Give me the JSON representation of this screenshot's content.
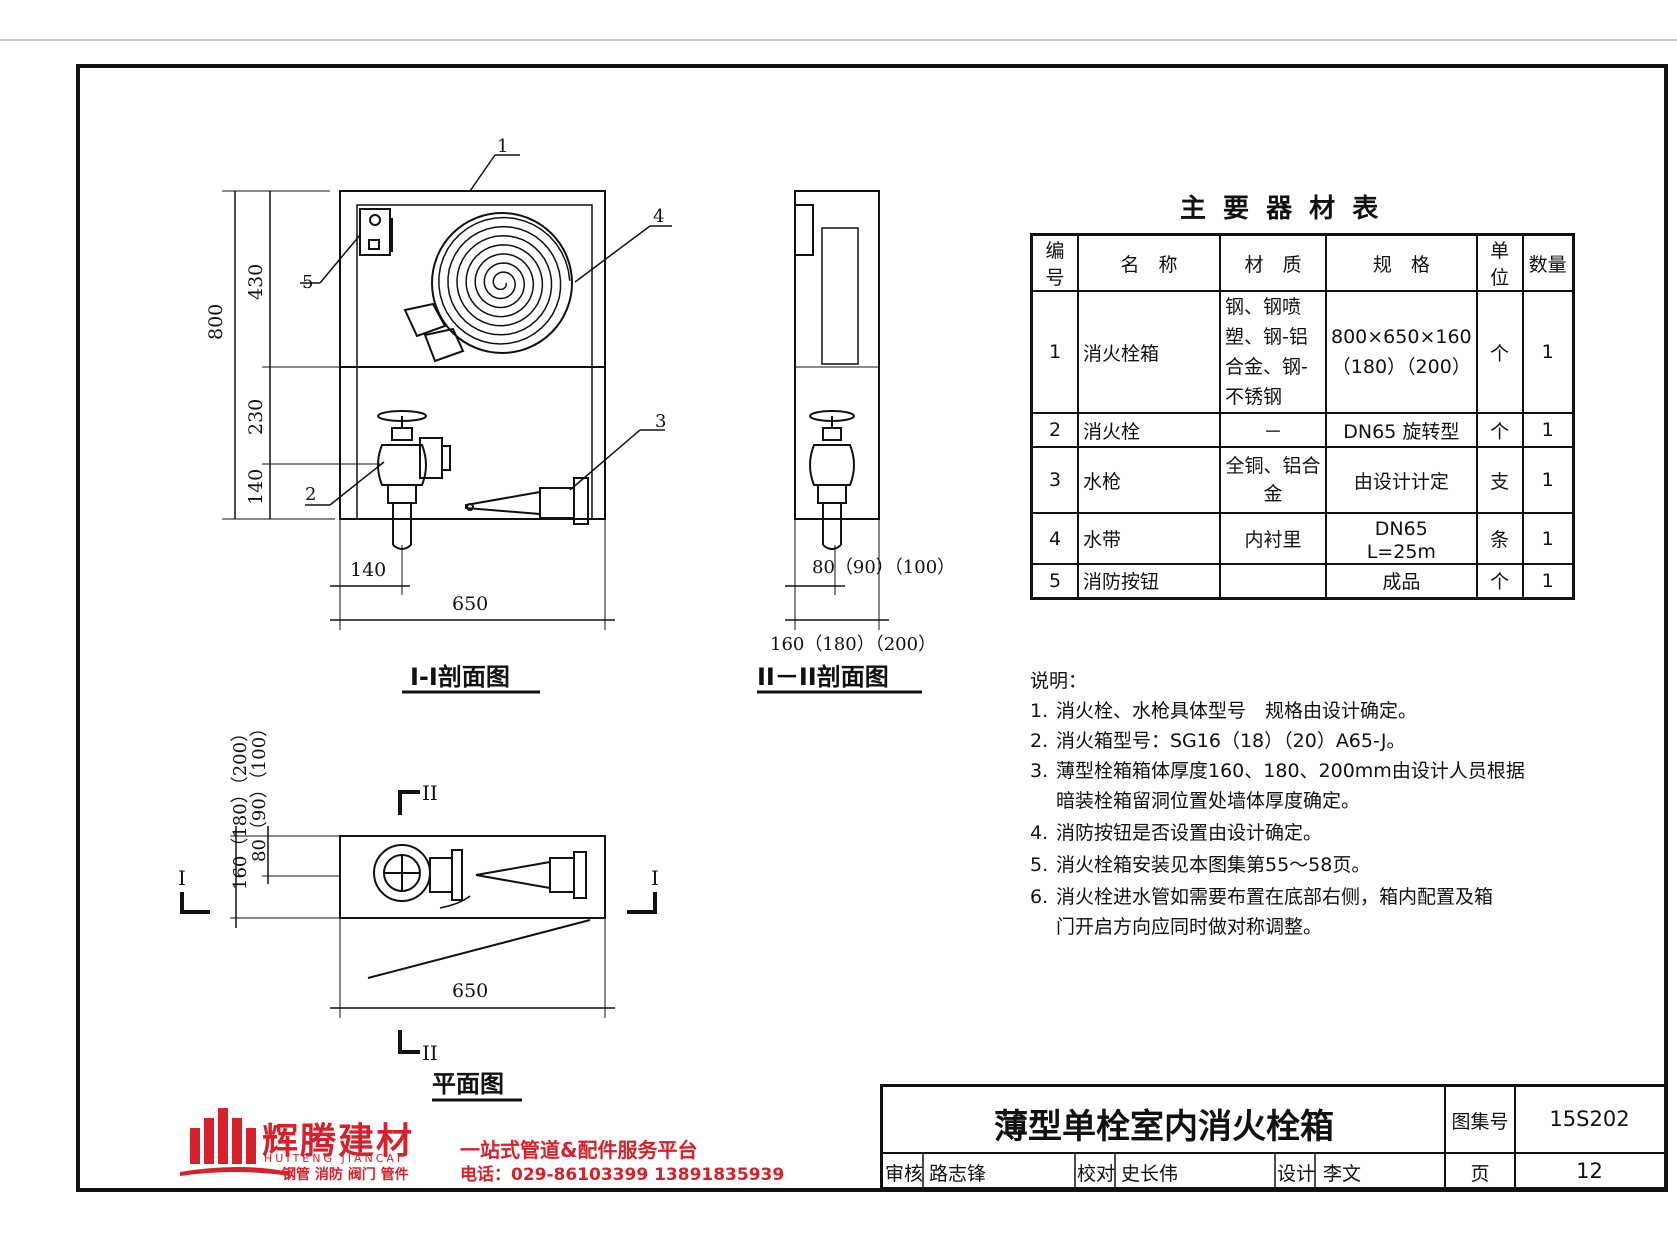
{
  "drawing": {
    "section1_title": "I-I剖面图",
    "section2_title": "II－II剖面图",
    "plan_title": "平面图",
    "callouts": [
      "1",
      "2",
      "3",
      "4",
      "5"
    ],
    "dims_section1": {
      "total_height": "800",
      "upper": "430",
      "middle": "230",
      "lower": "140",
      "offset_140": "140",
      "width": "650"
    },
    "dims_section2": {
      "offset": "80（90）（100）",
      "depth": "160（180）（200）"
    },
    "dims_plan": {
      "depth": "160（180）（200）",
      "offset": "80（90）（100）",
      "width": "650",
      "cut_I": "I",
      "cut_II": "II"
    }
  },
  "materials_table": {
    "title": "主 要 器 材 表",
    "headers": [
      "编号",
      "名　称",
      "材　质",
      "规　格",
      "单位",
      "数量"
    ],
    "rows": [
      {
        "no": "1",
        "name": "消火栓箱",
        "material": "钢、钢喷塑、钢-铝合金、钢-不锈钢",
        "spec": "800×650×160（180）（200）",
        "unit": "个",
        "qty": "1"
      },
      {
        "no": "2",
        "name": "消火栓",
        "material": "－",
        "spec": "DN65 旋转型",
        "unit": "个",
        "qty": "1"
      },
      {
        "no": "3",
        "name": "水枪",
        "material": "全铜、铝合金",
        "spec": "由设计计定",
        "unit": "支",
        "qty": "1"
      },
      {
        "no": "4",
        "name": "水带",
        "material": "内衬里",
        "spec": "DN65　L=25m",
        "unit": "条",
        "qty": "1"
      },
      {
        "no": "5",
        "name": "消防按钮",
        "material": "",
        "spec": "成品",
        "unit": "个",
        "qty": "1"
      }
    ]
  },
  "notes": {
    "heading": "说明：",
    "items": [
      {
        "num": "1.",
        "text": "消火栓、水枪具体型号　规格由设计确定。"
      },
      {
        "num": "2.",
        "text": "消火箱型号：SG16（18）（20）A65-J。"
      },
      {
        "num": "3.",
        "text": "薄型栓箱箱体厚度160、180、200mm由设计人员根据",
        "cont": "暗装栓箱留洞位置处墙体厚度确定。"
      },
      {
        "num": "4.",
        "text": "消防按钮是否设置由设计确定。"
      },
      {
        "num": "5.",
        "text": "消火栓箱安装见本图集第55～58页。"
      },
      {
        "num": "6.",
        "text": "消火栓进水管如需要布置在底部右侧，箱内配置及箱",
        "cont": "门开启方向应同时做对称调整。"
      }
    ]
  },
  "title_block": {
    "title": "薄型单栓室内消火栓箱",
    "atlas_label": "图集号",
    "atlas_no": "15S202",
    "review_label": "审核",
    "reviewer": "路志锋",
    "check_label": "校对",
    "checker": "史长伟",
    "design_label": "设计",
    "designer": "李文",
    "page_label": "页",
    "page_no": "12"
  },
  "watermark": {
    "brand": "辉腾建材",
    "brand_en": "HUITENG JIANCAI",
    "tagline": "一站式管道&配件服务平台",
    "products": "钢管 消防 阀门 管件",
    "phone": "电话：029-86103399 13891835939",
    "brand_color": "#d6202a"
  }
}
